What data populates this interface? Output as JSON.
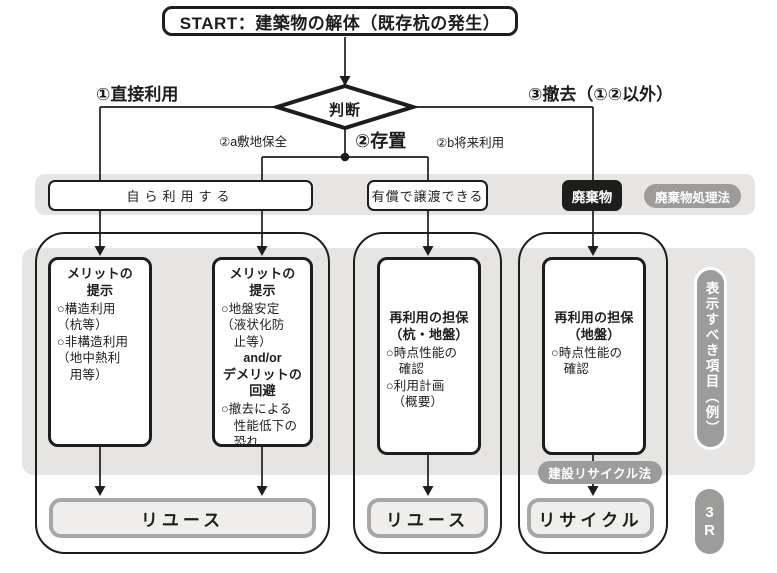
{
  "flow": {
    "start": "START：建築物の解体（既存杭の発生）",
    "decision": "判断",
    "branch1": "①直接利用",
    "branch2": "②存置",
    "branch2a": "②a敷地保全",
    "branch2b": "②b将来利用",
    "branch3": "③撤去（①②以外）"
  },
  "band": {
    "self_use": "自ら利用する",
    "paid_transfer": "有償で譲渡できる",
    "waste": "廃棄物",
    "waste_law_badge": "廃棄物処理法"
  },
  "columns": [
    {
      "header": "メリットの\n提示",
      "body": "○構造利用\n（杭等）\n○非構造利用\n（地中熱利\n　用等）"
    },
    {
      "header": "メリットの\n提示",
      "body": "○地盤安定\n（液状化防\n　止等）",
      "connector": "and/or",
      "header2": "デメリットの\n回避",
      "body2": "○撤去による\n　性能低下の\n　恐れ"
    },
    {
      "header": "再利用の担保\n（杭・地盤）",
      "body": "○時点性能の\n　確認\n○利用計画\n　（概要）"
    },
    {
      "header": "再利用の担保\n（地盤）",
      "body": "○時点性能の\n　確認"
    }
  ],
  "outcomes": {
    "reuse_left": "リユース",
    "reuse_mid": "リユース",
    "recycle": "リサイクル"
  },
  "side": {
    "recycle_law_badge": "建設リサイクル法",
    "display_items": "表示すべき項目（例）",
    "three_r_top": "3",
    "three_r_bottom": "R"
  },
  "colors": {
    "panel_gray": "#e6e5e3",
    "badge_gray": "#9d9c9b",
    "ink": "#1d1d1b",
    "outcome_border": "#a8a7a5",
    "outcome_fill": "#efeeed"
  }
}
